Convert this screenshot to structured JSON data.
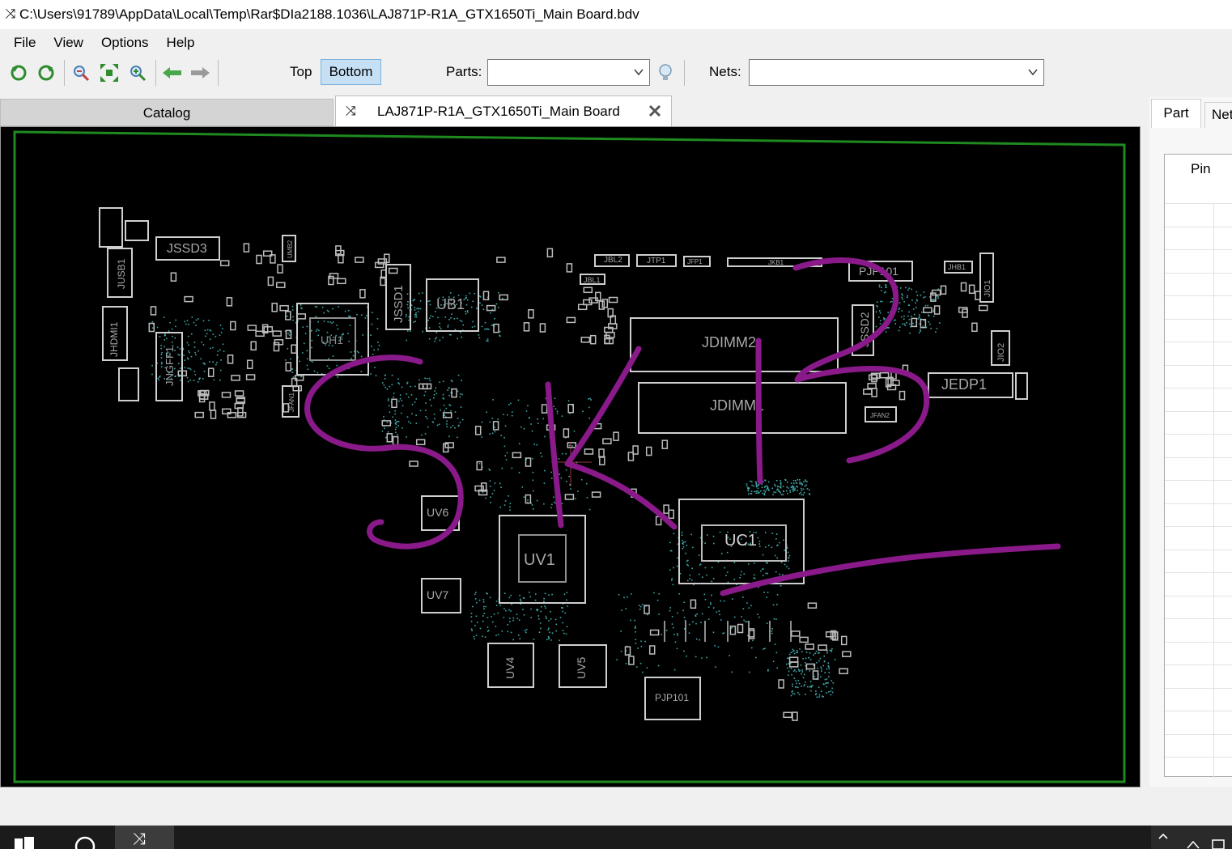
{
  "window": {
    "title": "C:\\Users\\91789\\AppData\\Local\\Temp\\Rar$DIa2188.1036\\LAJ871P-R1A_GTX1650Ti_Main Board.bdv"
  },
  "menu": {
    "file": "File",
    "view": "View",
    "options": "Options",
    "help": "Help"
  },
  "toolbar": {
    "top_label": "Top",
    "bottom_label": "Bottom",
    "parts_label": "Parts:",
    "parts_value": "",
    "nets_label": "Nets:",
    "nets_value": ""
  },
  "tabs": {
    "catalog": "Catalog",
    "board": "LAJ871P-R1A_GTX1650Ti_Main Board"
  },
  "right_panel": {
    "part_tab": "Part",
    "net_tab": "Net",
    "pin_header": "Pin"
  },
  "board": {
    "components": {
      "jssd3": "JSSD3",
      "jusb1": "JUSB1",
      "jhdmi1": "JHDMI1",
      "jngff1": "JNGFF1",
      "ub1": "UB1",
      "jssd1": "JSSD1",
      "jbl2": "JBL2",
      "jtp1": "JTP1",
      "jfp1": "JFP1",
      "jbl1": "JBL1",
      "jkb1": "JKB1",
      "pjp101_top": "PJP101",
      "jhb1": "JHB1",
      "jio1": "JIO1",
      "jssd2": "JSSD2",
      "jio2": "JIO2",
      "jdimm2": "JDIMM2",
      "jdimm1": "JDIMM1",
      "jedp1": "JEDP1",
      "jfan2": "JFAN2",
      "jfan1": "JFAN1",
      "uh1": "UH1",
      "uv6": "UV6",
      "uv1": "UV1",
      "uv7": "UV7",
      "uc1": "UC1",
      "uv4": "UV4",
      "uv5": "UV5",
      "pjp101": "PJP101",
      "umb2": "UMB2"
    },
    "annotation_color": "#8a1a8a",
    "trace_color": "#3fa9a9",
    "outline_color": "#1f8a1f"
  }
}
